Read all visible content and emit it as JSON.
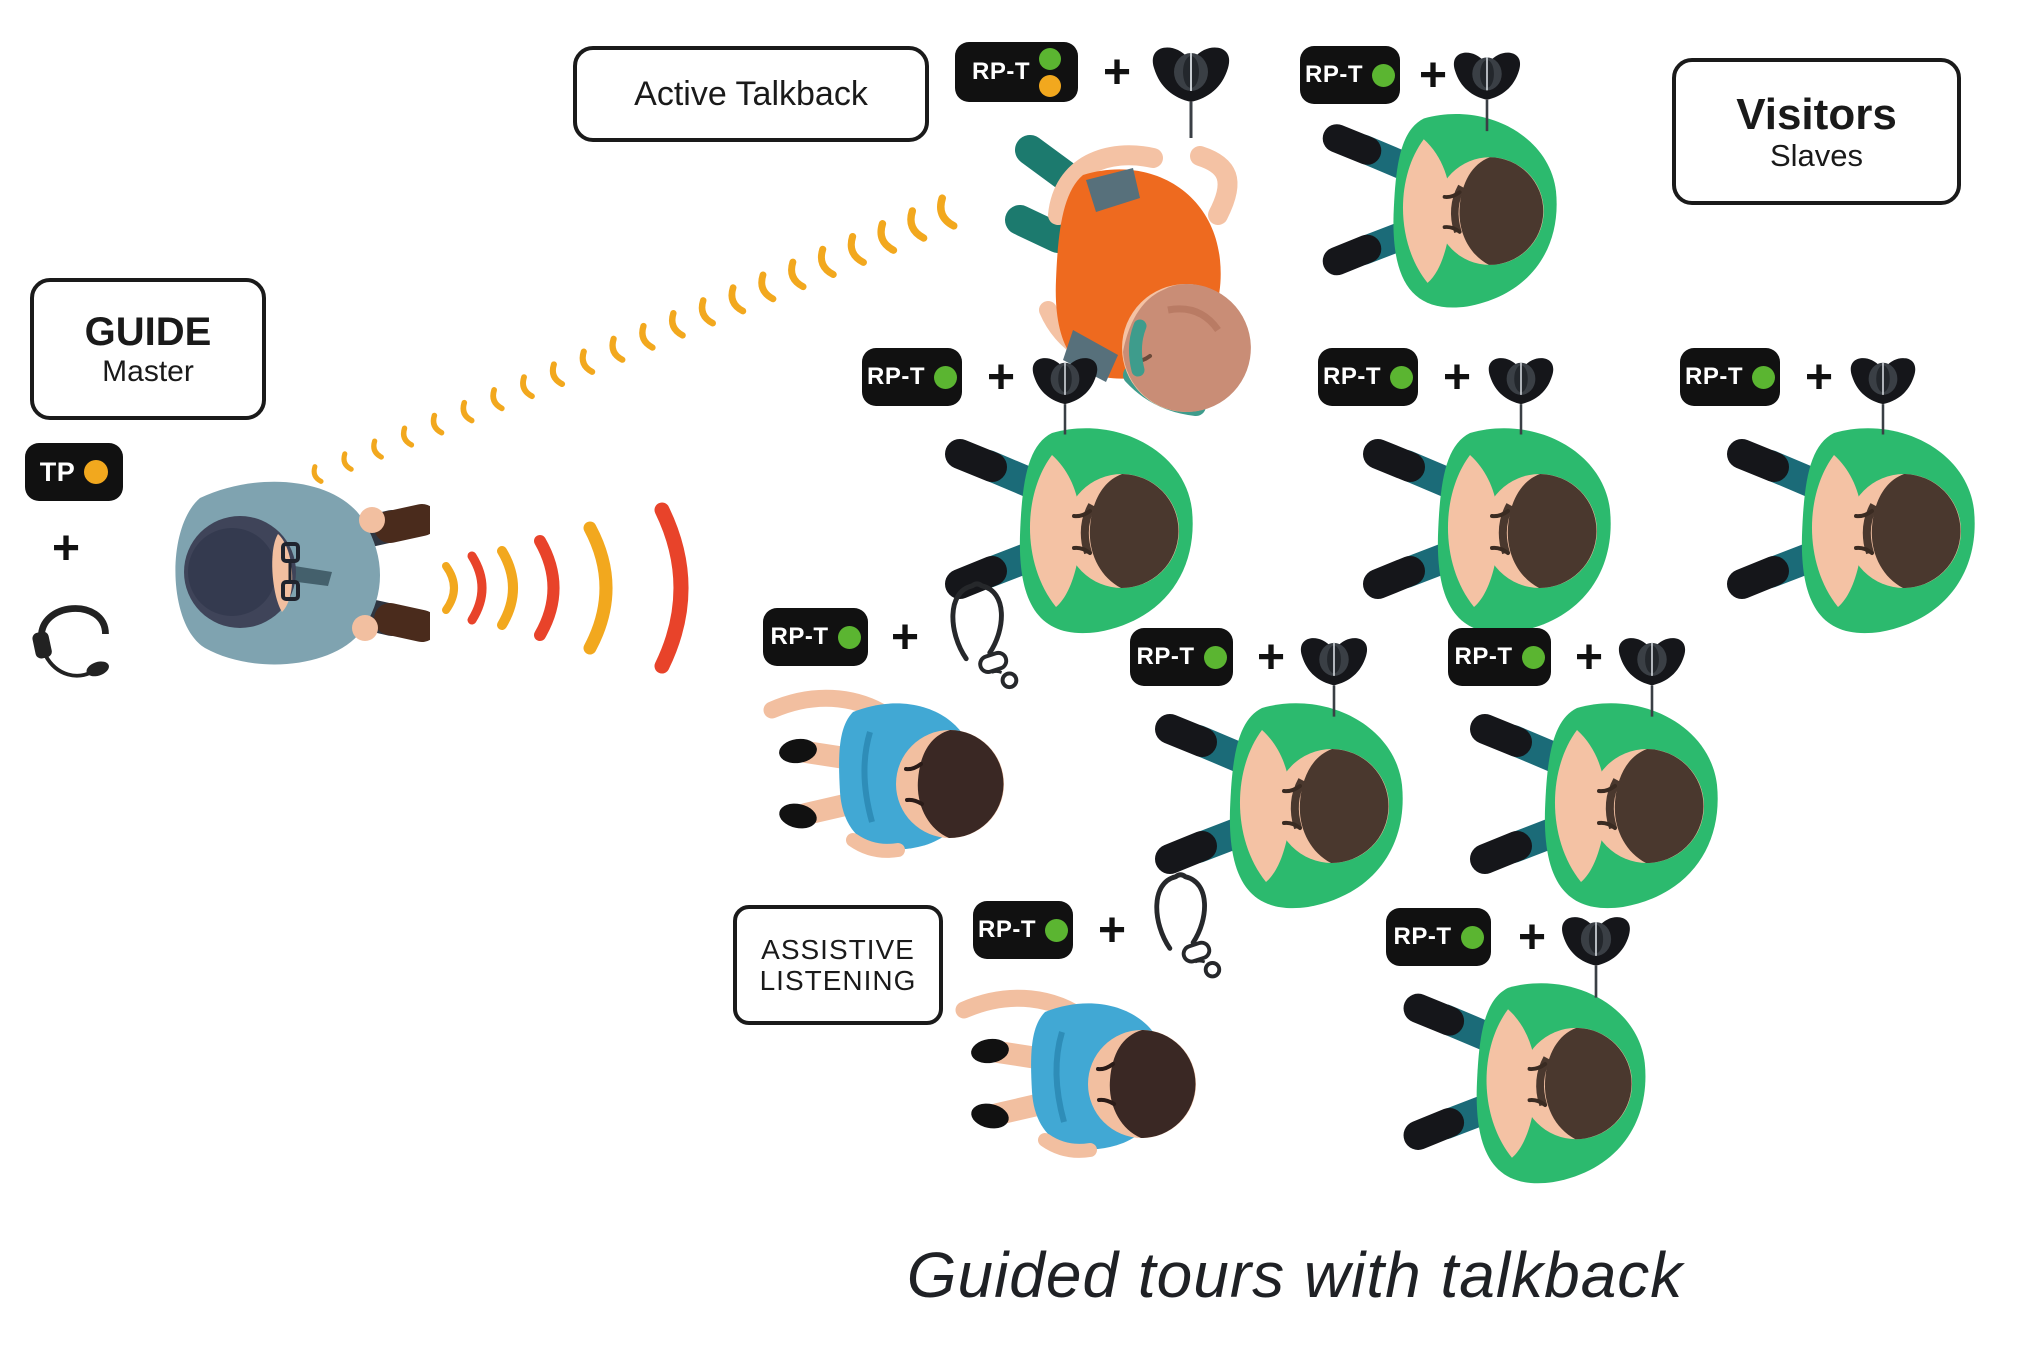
{
  "caption": "Guided tours with talkback",
  "guide_box": {
    "title": "GUIDE",
    "subtitle": "Master"
  },
  "visitors_box": {
    "title": "Visitors",
    "subtitle": "Slaves"
  },
  "active_talkback_box": {
    "label": "Active Talkback"
  },
  "assistive_box": {
    "line1": "ASSISTIVE",
    "line2": "LISTENING"
  },
  "tp_badge": {
    "label": "TP",
    "status_dot": "#F2A81E"
  },
  "rpt_badge": {
    "label": "RP-T",
    "status_dot": "#5BB531"
  },
  "rpt_talkback_badge": {
    "label": "RP-T",
    "status_dots": [
      "#5BB531",
      "#F2A81E"
    ]
  },
  "plus_sign": "+",
  "colors": {
    "wave_yellow": "#F2A81E",
    "wave_red": "#E8432A",
    "badge_bg": "#111111",
    "dot_green": "#5BB531",
    "dot_yellow": "#F2A81E",
    "outline": "#1A1A1A",
    "guide_shirt": "#7FA3B0",
    "visitor_shirt": "#2CBA6E",
    "talkback_visitor_shirt": "#EE6A1F",
    "assistive_visitor_shirt": "#41A8D4"
  },
  "icons": {
    "earpiece": "ear-receiver",
    "neckloop": "induction-neckloop",
    "headset": "headset-with-mic"
  }
}
